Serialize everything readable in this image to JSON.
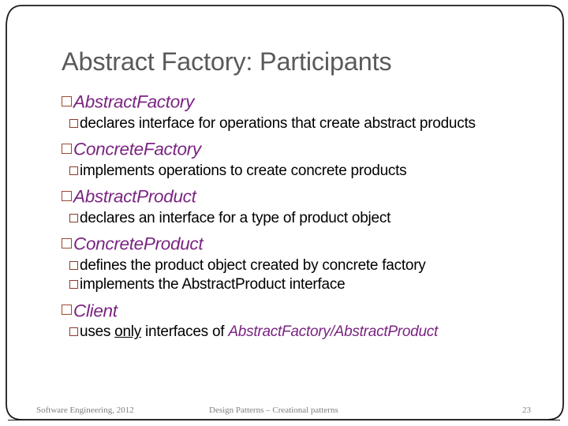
{
  "slide": {
    "title": "Abstract Factory: Participants",
    "title_color": "#5a5a5a",
    "level1_color": "#7a2481",
    "level1_bullet_color": "#9c4632",
    "level2_color": "#000000",
    "level2_bullet_color": "#8d3a2c",
    "bullet_glyph": "square-outline"
  },
  "participants": [
    {
      "name": "AbstractFactory",
      "details": [
        {
          "pre": "declares interface for operations that create abstract products",
          "emph": "",
          "post": "",
          "underline": ""
        }
      ]
    },
    {
      "name": "ConcreteFactory",
      "details": [
        {
          "pre": "implements operations to create concrete products",
          "emph": "",
          "post": "",
          "underline": ""
        }
      ]
    },
    {
      "name": "AbstractProduct",
      "details": [
        {
          "pre": "declares an interface for a type of product object",
          "emph": "",
          "post": "",
          "underline": ""
        }
      ]
    },
    {
      "name": "ConcreteProduct",
      "details": [
        {
          "pre": "defines the product object created by concrete factory",
          "emph": "",
          "post": "",
          "underline": ""
        },
        {
          "pre": "implements the AbstractProduct interface",
          "emph": "",
          "post": "",
          "underline": ""
        }
      ]
    },
    {
      "name": "Client",
      "details": [
        {
          "pre": "uses ",
          "underline": "only",
          "mid": " interfaces of ",
          "emph": "AbstractFactory/AbstractProduct",
          "post": ""
        }
      ]
    }
  ],
  "footer": {
    "left": "Software Engineering, 2012",
    "center": "Design Patterns – Creational patterns",
    "page": "23"
  }
}
